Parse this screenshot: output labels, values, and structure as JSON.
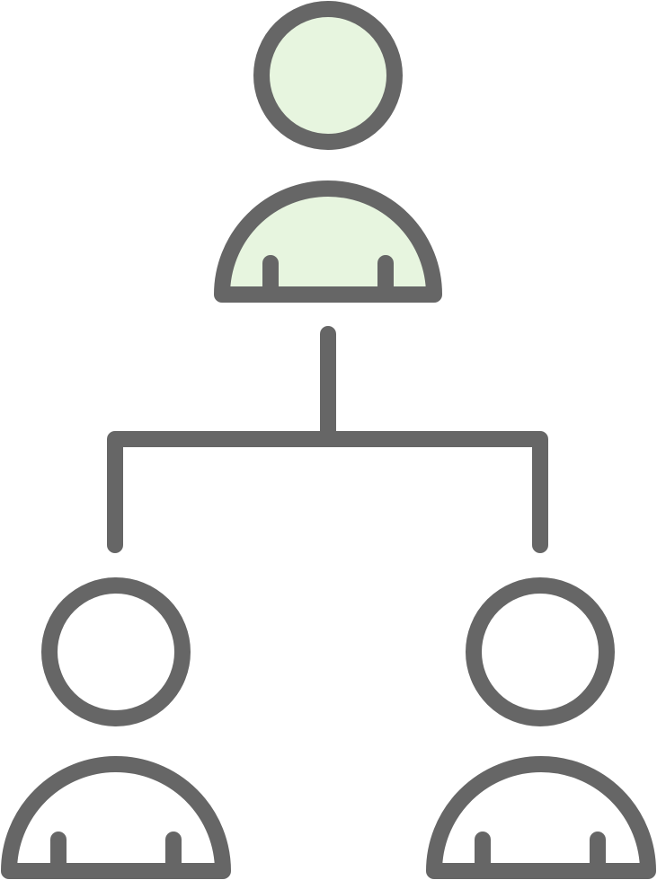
{
  "icon": {
    "name": "organization-hierarchy-icon",
    "nodes": [
      {
        "role": "manager",
        "icon": "person-icon",
        "highlighted": true
      },
      {
        "role": "subordinate-left",
        "icon": "person-icon",
        "highlighted": false
      },
      {
        "role": "subordinate-right",
        "icon": "person-icon",
        "highlighted": false
      }
    ]
  },
  "colors": {
    "stroke": "#666666",
    "highlight_fill": "#e7f5df",
    "background": "#ffffff"
  }
}
